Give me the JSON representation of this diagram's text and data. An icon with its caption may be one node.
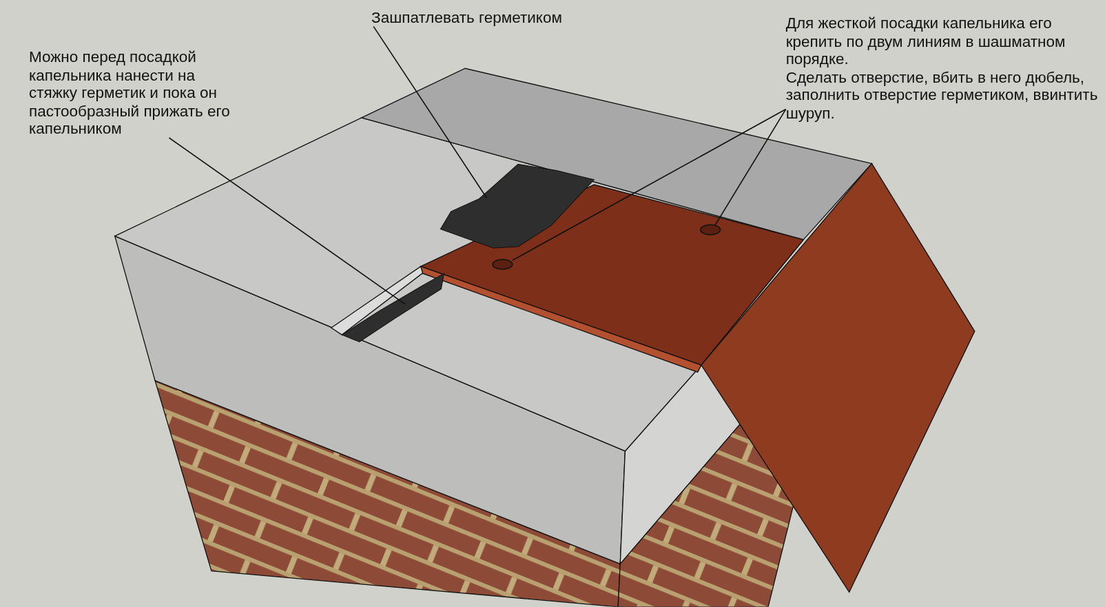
{
  "diagram": {
    "nodes": [
      {
        "text": [
          "Можно перед посадкой капельника нанести на стяжку герметик и пока он пастообразный прижать его капельником"
        ]
      },
      {
        "text": [],
        "shape": "picture"
      },
      {
        "text": [
          "Зашпатлевать герметиком"
        ]
      },
      {
        "text": [],
        "shape": "picture"
      },
      {
        "text": [
          "Для жесткой посадки капельника его крепить по двум линиям в шашматном порядке.",
          "Сделать отверстие, вбить в него дюбель, заполнить отверстие герметиком, ввинтить шуруп."
        ]
      },
      {
        "text": [],
        "shape": "circle"
      },
      {
        "text": [],
        "shape": "circle"
      }
    ],
    "edges": [
      {
        "from": 0,
        "to": 1,
        "arrow": "none"
      },
      {
        "from": 2,
        "to": 3,
        "arrow": "none"
      },
      {
        "from": 4,
        "to": 5,
        "arrow": "none"
      },
      {
        "from": 4,
        "to": 6,
        "arrow": "none"
      }
    ]
  }
}
